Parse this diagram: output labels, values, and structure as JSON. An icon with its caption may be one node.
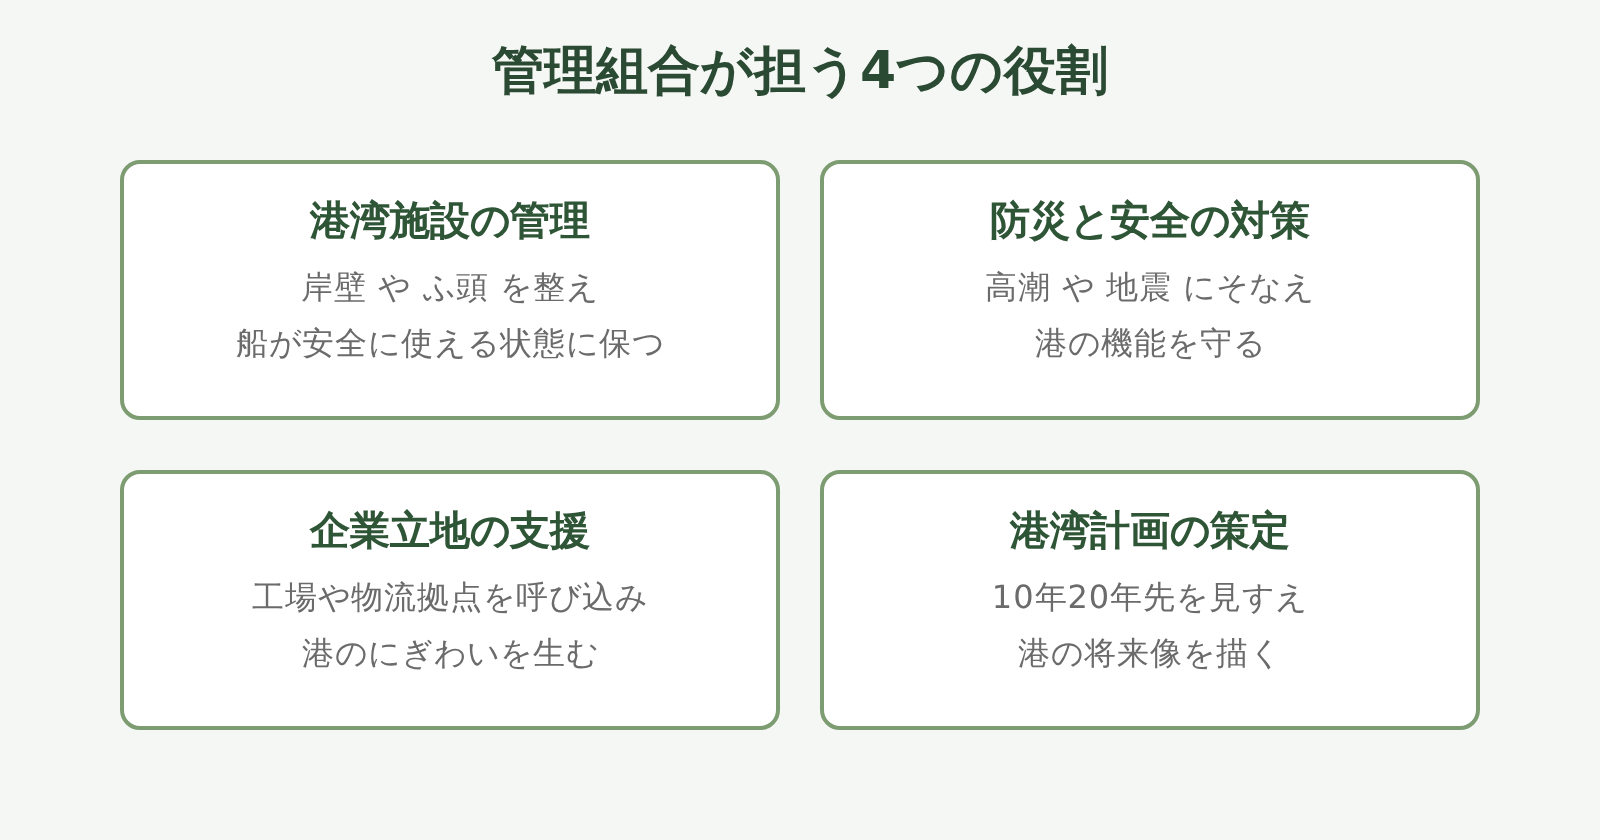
{
  "diagram": {
    "title": "管理組合が担う4つの役割",
    "nodes": [
      {
        "text": [
          "港湾施設の管理",
          "岸壁 や ふ頭 を整え船が安全に使える状態に保つ"
        ]
      },
      {
        "text": [
          "防災と安全の対策",
          "高潮 や 地震 にそなえ港の機能を守る"
        ]
      },
      {
        "text": [
          "企業立地の支援",
          "工場や物流拠点を呼び込み港のにぎわいを生む"
        ]
      },
      {
        "text": [
          "港湾計画の策定",
          "10年20年先を見すえ港の将来像を描く"
        ]
      }
    ]
  }
}
